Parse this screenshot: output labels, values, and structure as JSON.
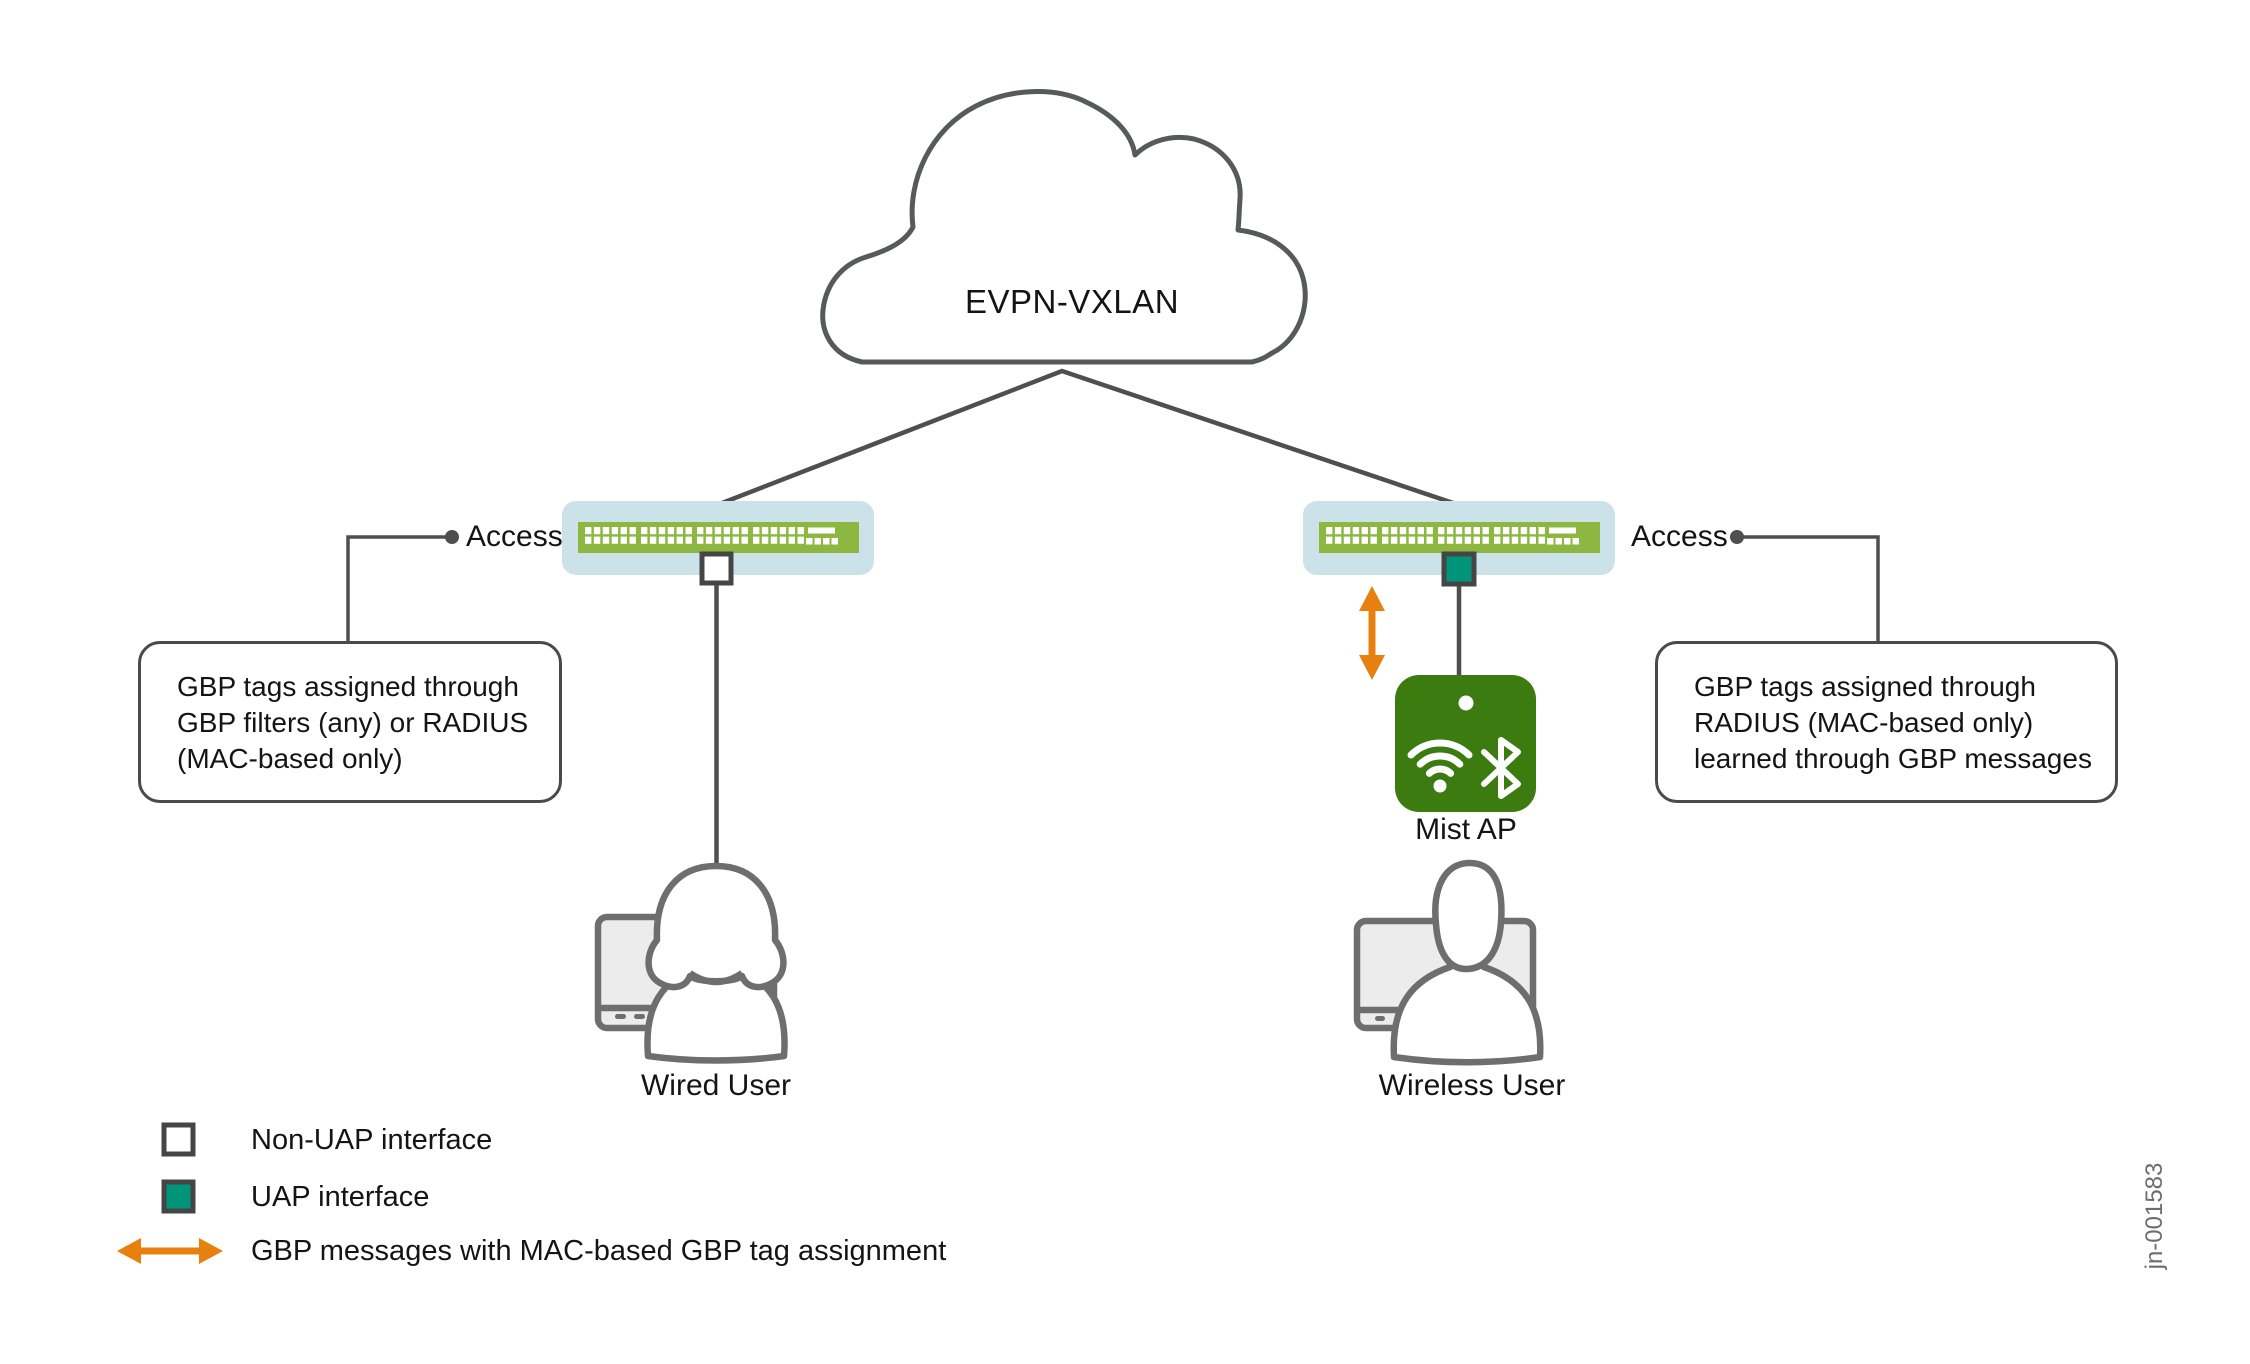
{
  "diagram": {
    "cloud_label": "EVPN-VXLAN",
    "access_left_label": "Access",
    "access_right_label": "Access",
    "callout_left": {
      "lines": [
        "GBP tags assigned through",
        "GBP filters (any) or RADIUS",
        "(MAC-based only)"
      ]
    },
    "callout_right": {
      "lines": [
        "GBP tags assigned through",
        "RADIUS (MAC-based only)",
        "learned through GBP messages"
      ]
    },
    "mist_ap_label": "Mist AP",
    "wired_user_label": "Wired User",
    "wireless_user_label": "Wireless User",
    "figure_id": "jn-001583"
  },
  "legend": {
    "items": [
      {
        "symbol": "non-uap-square",
        "label": "Non-UAP interface"
      },
      {
        "symbol": "uap-square",
        "label": "UAP interface"
      },
      {
        "symbol": "gbp-arrow",
        "label": "GBP messages with MAC-based GBP tag assignment"
      }
    ]
  },
  "colors": {
    "switch_green": "#8CB741",
    "switch_bg_blue": "#CBE3E8",
    "uap_teal": "#00957A",
    "non_uap_white": "#FFFFFF",
    "gbp_orange": "#E8800F",
    "ap_green": "#3B7B0F",
    "line_gray": "#4F4F4F",
    "icon_gray": "#6E6E6E"
  }
}
